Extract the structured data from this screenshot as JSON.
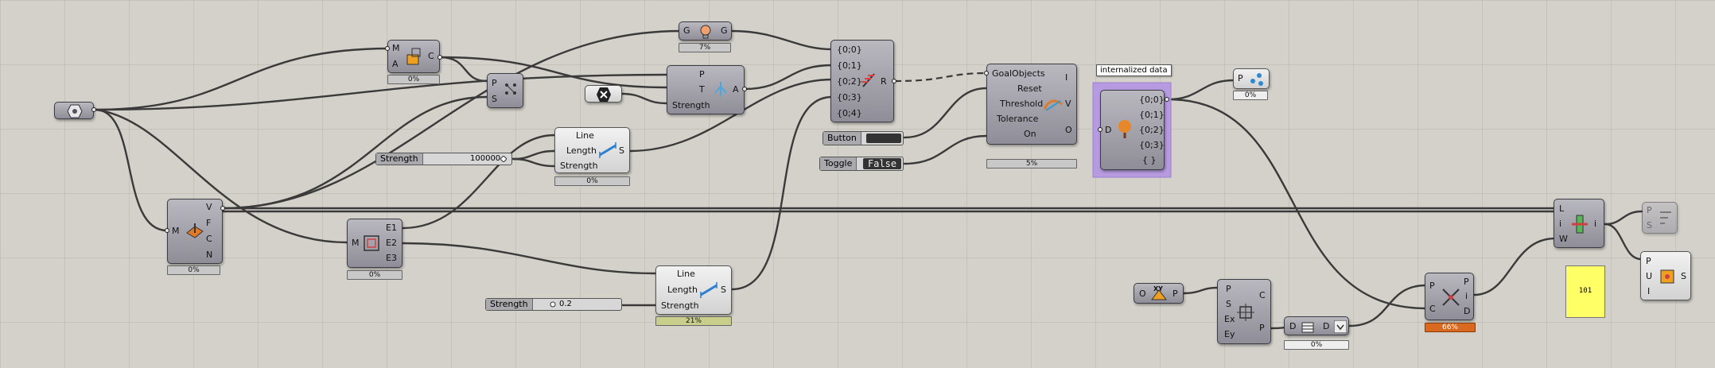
{
  "canvas": {
    "background": "#d4d1ca",
    "wire_color": "#3a3a3a"
  },
  "components": {
    "params_hub": {
      "icon": "params-hexagon-icon"
    },
    "mesh_topology": {
      "inputs": [
        "M"
      ],
      "outputs": [
        "V",
        "F",
        "C",
        "N"
      ],
      "progress": "0%",
      "icon": "mesh-topology-icon"
    },
    "area": {
      "inputs": [
        "M",
        "A"
      ],
      "outputs": [
        "C"
      ],
      "progress": "0%",
      "icon": "area-icon"
    },
    "anchor": {
      "inputs": [
        "P",
        "S"
      ],
      "icon": "anchor-icon"
    },
    "graph_top": {
      "inputs": [
        "G"
      ],
      "outputs": [
        "G"
      ],
      "progress": "7%",
      "icon": "bulb-icon"
    },
    "angle": {
      "inputs": [
        "P",
        "T",
        "Strength"
      ],
      "outputs": [
        "A"
      ],
      "icon": "angle-icon"
    },
    "close_param": {
      "icon": "close-x-icon"
    },
    "merge": {
      "inputs": [
        "{0;0}",
        "{0;1}",
        "{0;2}",
        "{0;3}",
        "{0;4}"
      ],
      "outputs": [
        "R"
      ],
      "icon": "merge-icon"
    },
    "length_top": {
      "inputs": [
        "Line",
        "Length",
        "Strength"
      ],
      "outputs": [
        "S"
      ],
      "progress": "0%",
      "icon": "length-ruler-icon"
    },
    "slider_top": {
      "name": "Strength",
      "value": "100000"
    },
    "mesh_edges": {
      "inputs": [
        "M"
      ],
      "outputs": [
        "E1",
        "E2",
        "E3"
      ],
      "progress": "0%",
      "icon": "mesh-edges-icon"
    },
    "length_bot": {
      "inputs": [
        "Line",
        "Length",
        "Strength"
      ],
      "outputs": [
        "S"
      ],
      "progress": "21%",
      "icon": "length-ruler-icon"
    },
    "slider_bot": {
      "name": "Strength",
      "value": "0.2"
    },
    "solver": {
      "inputs": [
        "GoalObjects",
        "Reset",
        "Threshold",
        "Tolerance",
        "On"
      ],
      "outputs": [
        "I",
        "V",
        "O"
      ],
      "progress": "5%",
      "icon": "kangaroo-solver-icon"
    },
    "button": {
      "label": "Button"
    },
    "toggle": {
      "label": "Toggle",
      "value": "False"
    },
    "data_param": {
      "tooltip": "internalized data",
      "inputs": [
        "D"
      ],
      "outputs": [
        "{0;0}",
        "{0;1}",
        "{0;2}",
        "{0;3}",
        "{ }"
      ],
      "icon": "tree-icon",
      "highlight": "#b79be0"
    },
    "points_out": {
      "inputs": [
        "P"
      ],
      "progress": "0%",
      "icon": "points-icon"
    },
    "plane_xy": {
      "inputs": [
        "O"
      ],
      "outputs": [
        "P"
      ],
      "icon": "xy-plane-icon",
      "badge": "XY"
    },
    "rectangle": {
      "inputs": [
        "P",
        "S",
        "Ex",
        "Ey"
      ],
      "outputs": [
        "C",
        "P"
      ],
      "icon": "rectangle-icon"
    },
    "data_dam": {
      "inputs": [
        "D"
      ],
      "outputs": [
        "D"
      ],
      "progress": "0%",
      "icon": "data-dam-icon"
    },
    "closest_point": {
      "inputs": [
        "P",
        "C"
      ],
      "outputs": [
        "P",
        "i",
        "D"
      ],
      "progress": "66%",
      "icon": "closest-point-icon"
    },
    "list_item": {
      "inputs": [
        "L",
        "i",
        "W"
      ],
      "outputs": [
        "i"
      ],
      "icon": "list-item-icon"
    },
    "list_right": {
      "inputs": [
        "P",
        "S"
      ],
      "icon": "list-sort-icon"
    },
    "sub_points": {
      "inputs": [
        "P",
        "U",
        "I"
      ],
      "outputs": [
        "S"
      ],
      "icon": "sub-points-icon"
    },
    "panel_101": {
      "text": "101"
    }
  }
}
